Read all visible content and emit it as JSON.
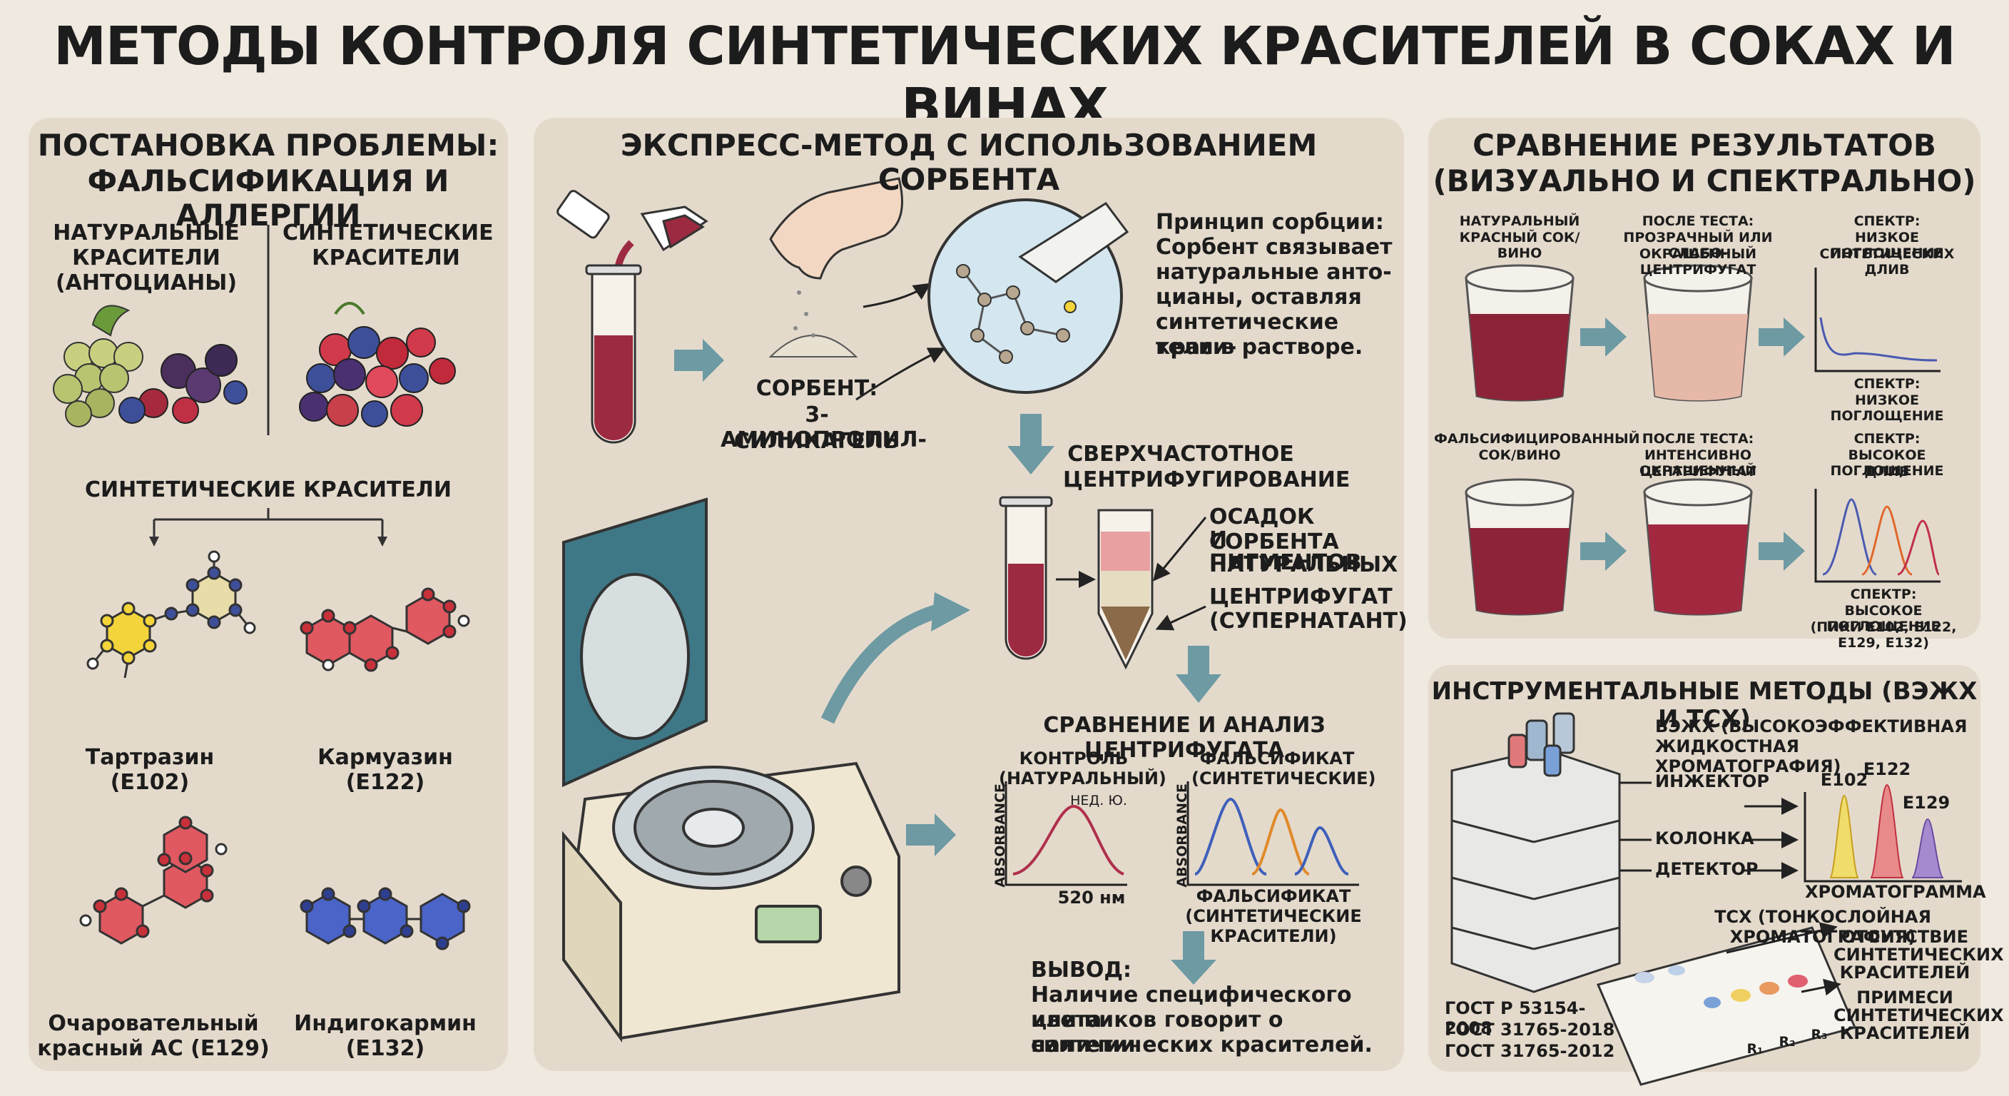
{
  "title": "МЕТОДЫ КОНТРОЛЯ СИНТЕТИЧЕСКИХ КРАСИТЕЛЕЙ В СОКАХ И ВИНАХ",
  "problem": {
    "heading_line1": "ПОСТАНОВКА ПРОБЛЕМЫ:",
    "heading_line2": "ФАЛЬСИФИКАЦИЯ И АЛЛЕРГИИ",
    "natural_line1": "НАТУРАЛЬНЫЕ",
    "natural_line2": "КРАСИТЕЛИ",
    "natural_line3": "(АНТОЦИАНЫ)",
    "synthetic_line1": "СИНТЕТИЧЕСКИЕ",
    "synthetic_line2": "КРАСИТЕЛИ",
    "dyes_heading": "СИНТЕТИЧЕСКИЕ КРАСИТЕЛИ",
    "dyes": [
      {
        "name": "Тартразин",
        "code": "(E102)",
        "color": "#f3d43a"
      },
      {
        "name": "Кармуазин",
        "code": "(E122)",
        "color": "#d9484d"
      },
      {
        "name": "Очаровательный",
        "code": "красный AC (E129)",
        "color": "#d9484d"
      },
      {
        "name": "Индигокармин",
        "code": "(E132)",
        "color": "#3f57b5"
      }
    ]
  },
  "express": {
    "heading": "ЭКСПРЕСС-МЕТОД С ИСПОЛЬЗОВАНИЕМ СОРБЕНТА",
    "sorbent_line1": "СОРБЕНТ:",
    "sorbent_line2": "3-АМИНОПРОПИЛ-",
    "sorbent_line3": "СИЛИКАГЕЛЬ",
    "principle": [
      "Принцип сорбции:",
      "Сорбент связывает",
      "натуральные анто-",
      "цианы, оставляя",
      "синтетические краси-",
      "тели в растворе."
    ],
    "centrifuge_line1": "СВЕРХЧАСТОТНОЕ",
    "centrifuge_line2": "ЦЕНТРИФУГИРОВАНИЕ",
    "sediment": [
      "ОСАДОК СОРБЕНТА",
      "И НАТУРАЛЬНЫХ",
      "ПИГМЕНТОВ"
    ],
    "supernatant": [
      "ЦЕНТРИФУГАТ",
      "(СУПЕРНАТАНТ)"
    ],
    "analysis_heading": "СРАВНЕНИЕ И АНАЛИЗ ЦЕНТРИФУГАТА",
    "control_line1": "КОНТРОЛЬ",
    "control_line2": "(НАТУРАЛЬНЫЙ)",
    "control_peak": "НЕД. Ю.",
    "control_x": "520 нм",
    "absorbance": "ABSORBANCE",
    "fake_line1": "ФАЛЬСИФИКАТ",
    "fake_line2": "(СИНТЕТИЧЕСКИЕ)",
    "fake_under_line1": "ФАЛЬСИФИКАТ",
    "fake_under_line2": "(СИНТЕТИЧЕСКИЕ КРАСИТЕЛИ)",
    "conclusion_heading": "ВЫВОД:",
    "conclusion": [
      "Наличие специфического цвета",
      "или пиков говорит о наличии",
      "синтетических красителей."
    ]
  },
  "compare": {
    "heading_line1": "СРАВНЕНИЕ РЕЗУЛЬТАТОВ",
    "heading_line2": "(ВИЗУАЛЬНО И СПЕКТРАЛЬНО)",
    "row1_a": [
      "НАТУРАЛЬНЫЙ",
      "КРАСНЫЙ СОК/ВИНО"
    ],
    "row1_b": [
      "ПОСЛЕ ТЕСТА:",
      "ПРОЗРАЧНЫЙ ИЛИ СЛАБО-",
      "ОКРАШЕННЫЙ ЦЕНТРИФУГАТ"
    ],
    "row1_c": [
      "СПЕКТР:",
      "НИЗКОЕ ПОГЛОЩЕНИЕ",
      "СИНТЕТИЧЕСКИХ ДЛИВ"
    ],
    "row1_d": [
      "СПЕКТР:",
      "НИЗКОЕ ПОГЛОЩЕНИЕ"
    ],
    "row2_a": [
      "ФАЛЬСИФИЦИРОВАННЫЙ",
      "СОК/ВИНО"
    ],
    "row2_b": [
      "ПОСЛЕ ТЕСТА:",
      "ИНТЕНСИВНО ОКРАШЕННЫЙ",
      "ЦЕНТРИФУГАТ"
    ],
    "row2_c": [
      "СПЕКТР:",
      "ВЫСОКОЕ ПОГЛОЩЕНИЕ",
      "ДЛИВ"
    ],
    "row2_d": [
      "СПЕКТР:",
      "ВЫСОКОЕ ПОГЛОЩЕНИЕ",
      "(ПИКИ E102, E122, E129, E132)"
    ]
  },
  "instrumental": {
    "heading": "ИНСТРУМЕНТАЛЬНЫЕ МЕТОДЫ (ВЭЖХ И ТСХ)",
    "hplc_line1": "ВЭЖХ (ВЫСОКОЭФФЕКТИВНАЯ",
    "hplc_line2": "ЖИДКОСТНАЯ ХРОМАТОГРАФИЯ)",
    "injector": "ИНЖЕКТОР",
    "column": "КОЛОНКА",
    "detector": "ДЕТЕКТОР",
    "peaks": [
      "E102",
      "E122",
      "E129"
    ],
    "chromatogram": "ХРОМАТОГРАММА",
    "tlc": "ТСХ (ТОНКОСЛОЙНАЯ ХРОМАТОГРАФИЯ)",
    "absent": [
      "ОТСУТСТВИЕ",
      "СИНТЕТИЧЕСКИХ",
      "КРАСИТЕЛЕЙ"
    ],
    "present": [
      "ПРИМЕСИ",
      "СИНТЕТИЧЕСКИХ",
      "КРАСИТЕЛЕЙ"
    ],
    "rf": [
      "R₁",
      "R₂",
      "R₃"
    ],
    "gost": [
      "ГОСТ Р 53154-2008",
      "ГОСТ 31765-2018",
      "ГОСТ 31765-2012"
    ]
  }
}
